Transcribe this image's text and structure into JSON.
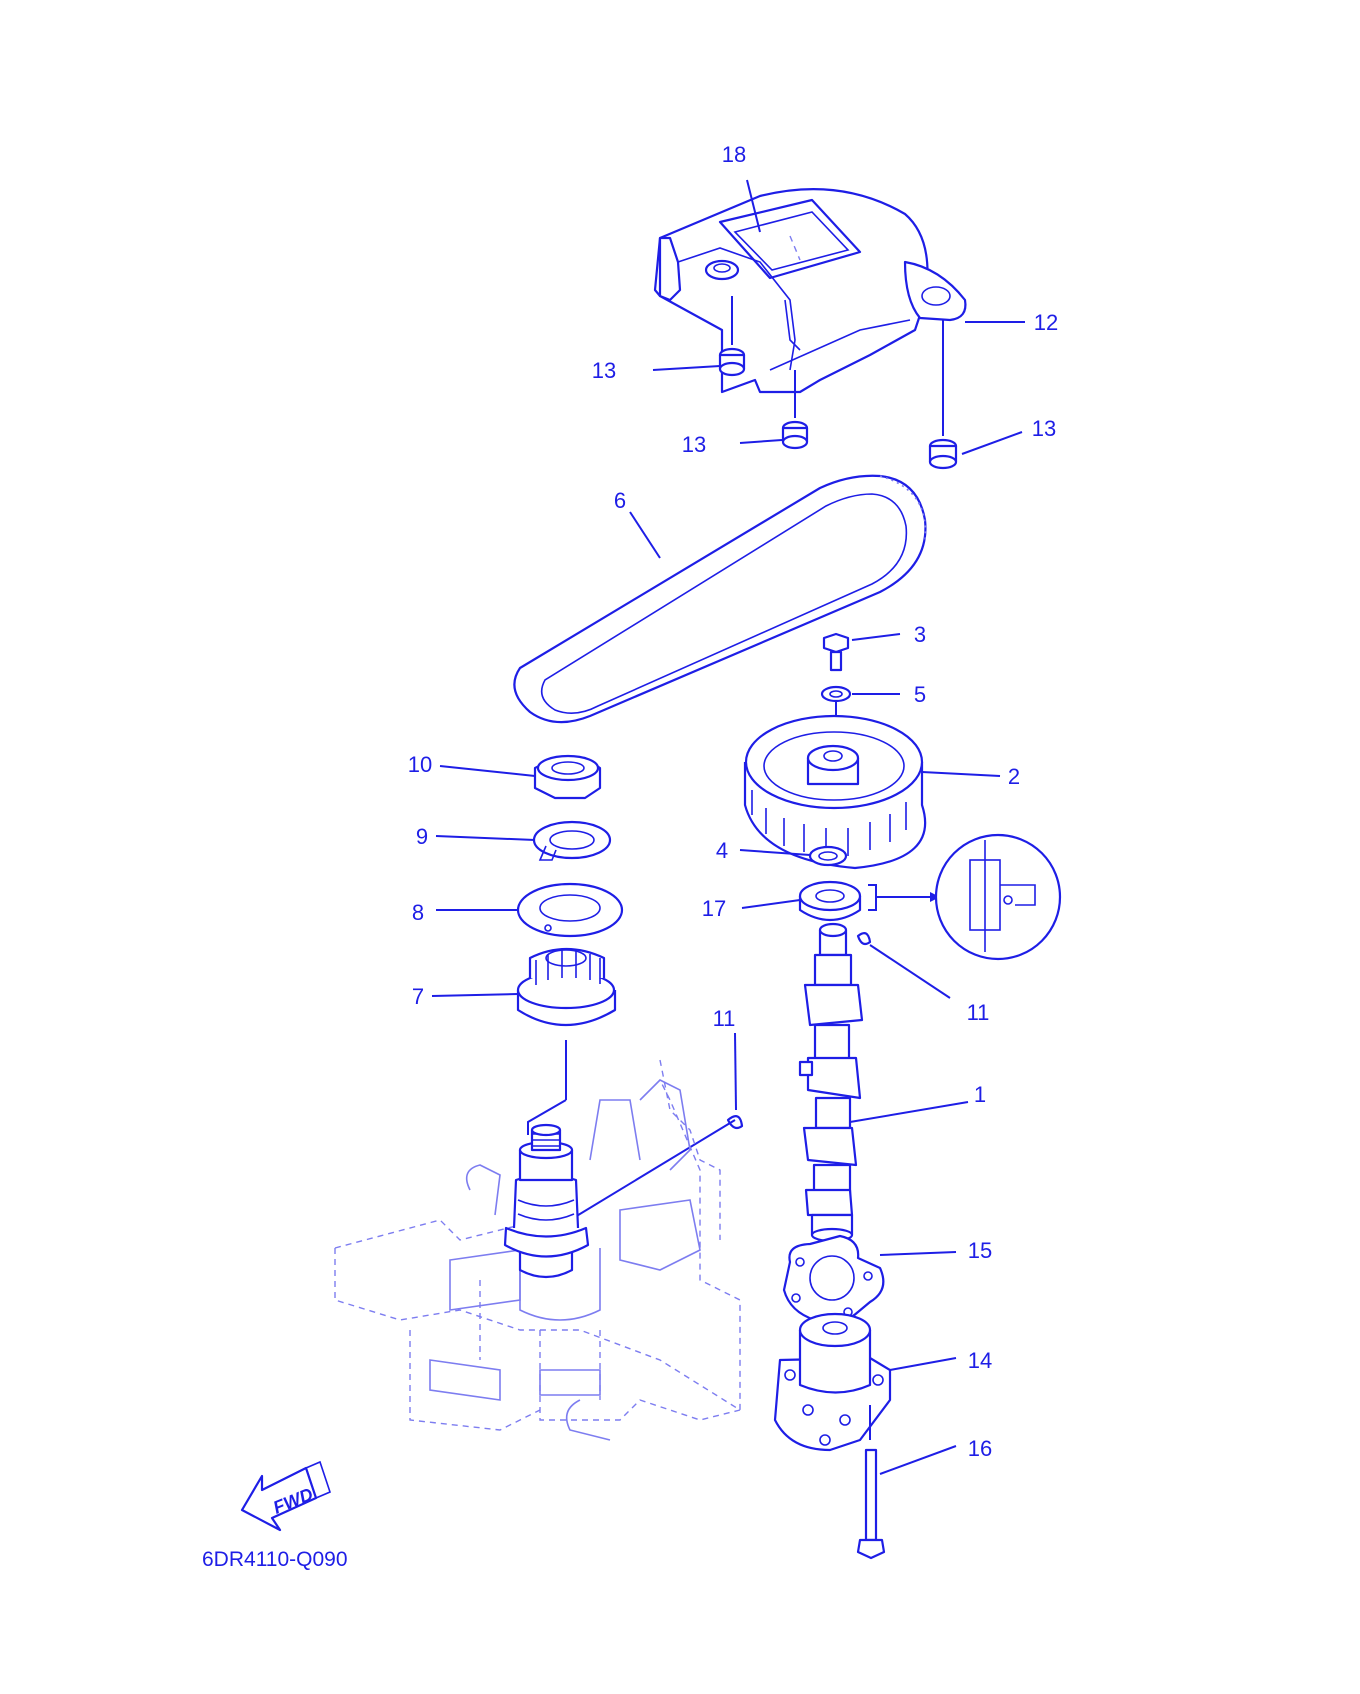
{
  "diagram": {
    "code": "6DR4110-Q090",
    "fwd_label": "FWD",
    "colors": {
      "ink": "#1e1ee6",
      "faint": "#7d7df0",
      "background": "#ffffff"
    },
    "parts": [
      {
        "ref": "1"
      },
      {
        "ref": "2"
      },
      {
        "ref": "3"
      },
      {
        "ref": "4"
      },
      {
        "ref": "5"
      },
      {
        "ref": "6"
      },
      {
        "ref": "7"
      },
      {
        "ref": "8"
      },
      {
        "ref": "9"
      },
      {
        "ref": "10"
      },
      {
        "ref": "11"
      },
      {
        "ref": "11"
      },
      {
        "ref": "12"
      },
      {
        "ref": "13"
      },
      {
        "ref": "13"
      },
      {
        "ref": "13"
      },
      {
        "ref": "14"
      },
      {
        "ref": "15"
      },
      {
        "ref": "16"
      },
      {
        "ref": "17"
      },
      {
        "ref": "18"
      }
    ]
  }
}
